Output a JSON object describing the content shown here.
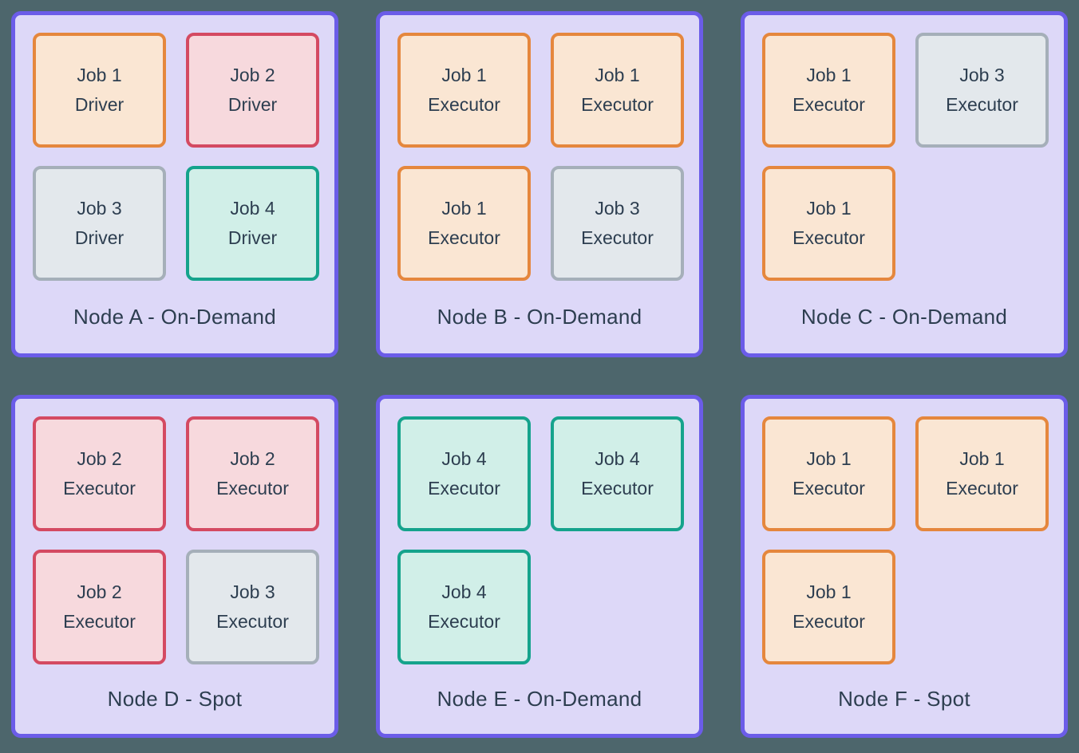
{
  "page": {
    "background": "#4d666c",
    "text_color": "#2d3e50"
  },
  "palette": {
    "node_border": "#6b5ce8",
    "node_fill": "#ddd8f8",
    "job1": {
      "border": "#e5873d",
      "fill": "#fae6d3"
    },
    "job2": {
      "border": "#d44a62",
      "fill": "#f7d9dd"
    },
    "job3": {
      "border": "#a5afb9",
      "fill": "#e3e8ec"
    },
    "job4": {
      "border": "#15a38c",
      "fill": "#d1efe8"
    }
  },
  "nodes": [
    {
      "label": "Node A - On-Demand",
      "jobs": [
        {
          "line1": "Job 1",
          "line2": "Driver",
          "style": "job1"
        },
        {
          "line1": "Job 2",
          "line2": "Driver",
          "style": "job2"
        },
        {
          "line1": "Job 3",
          "line2": "Driver",
          "style": "job3"
        },
        {
          "line1": "Job 4",
          "line2": "Driver",
          "style": "job4"
        }
      ]
    },
    {
      "label": "Node B - On-Demand",
      "jobs": [
        {
          "line1": "Job 1",
          "line2": "Executor",
          "style": "job1"
        },
        {
          "line1": "Job 1",
          "line2": "Executor",
          "style": "job1"
        },
        {
          "line1": "Job 1",
          "line2": "Executor",
          "style": "job1"
        },
        {
          "line1": "Job 3",
          "line2": "Executor",
          "style": "job3"
        }
      ]
    },
    {
      "label": "Node C - On-Demand",
      "jobs": [
        {
          "line1": "Job 1",
          "line2": "Executor",
          "style": "job1"
        },
        {
          "line1": "Job 3",
          "line2": "Executor",
          "style": "job3"
        },
        {
          "line1": "Job 1",
          "line2": "Executor",
          "style": "job1"
        }
      ]
    },
    {
      "label": "Node D - Spot",
      "jobs": [
        {
          "line1": "Job 2",
          "line2": "Executor",
          "style": "job2"
        },
        {
          "line1": "Job 2",
          "line2": "Executor",
          "style": "job2"
        },
        {
          "line1": "Job 2",
          "line2": "Executor",
          "style": "job2"
        },
        {
          "line1": "Job 3",
          "line2": "Executor",
          "style": "job3"
        }
      ]
    },
    {
      "label": "Node E - On-Demand",
      "jobs": [
        {
          "line1": "Job 4",
          "line2": "Executor",
          "style": "job4"
        },
        {
          "line1": "Job 4",
          "line2": "Executor",
          "style": "job4"
        },
        {
          "line1": "Job 4",
          "line2": "Executor",
          "style": "job4"
        }
      ]
    },
    {
      "label": "Node F - Spot",
      "jobs": [
        {
          "line1": "Job 1",
          "line2": "Executor",
          "style": "job1"
        },
        {
          "line1": "Job 1",
          "line2": "Executor",
          "style": "job1"
        },
        {
          "line1": "Job 1",
          "line2": "Executor",
          "style": "job1"
        }
      ]
    }
  ]
}
